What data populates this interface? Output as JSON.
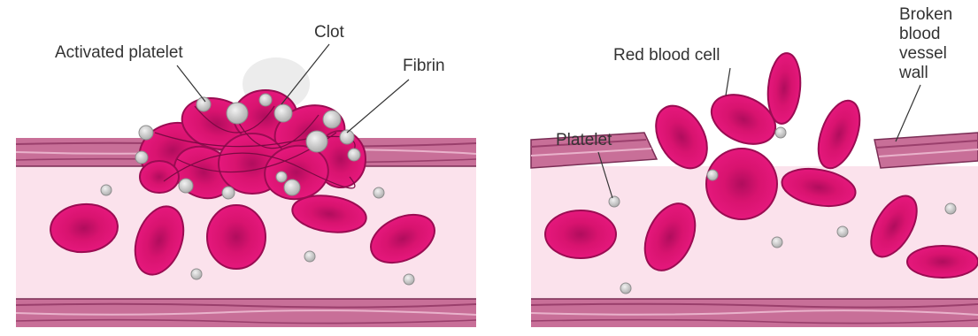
{
  "colors": {
    "vessel_wall": "#c86f98",
    "vessel_wall_dark": "#9a3f6c",
    "vessel_lumen": "#fbe2ec",
    "red_blood_cell": "#e21579",
    "red_blood_cell_dark": "#a00c55",
    "platelet": "#c9c9c9",
    "label_text": "#333333"
  },
  "left_panel": {
    "labels": {
      "activated_platelet": "Activated platelet",
      "clot": "Clot",
      "fibrin": "Fibrin"
    }
  },
  "right_panel": {
    "labels": {
      "red_blood_cell": "Red blood cell",
      "platelet": "Platelet",
      "broken_wall": [
        "Broken",
        "blood",
        "vessel",
        "wall"
      ]
    }
  }
}
